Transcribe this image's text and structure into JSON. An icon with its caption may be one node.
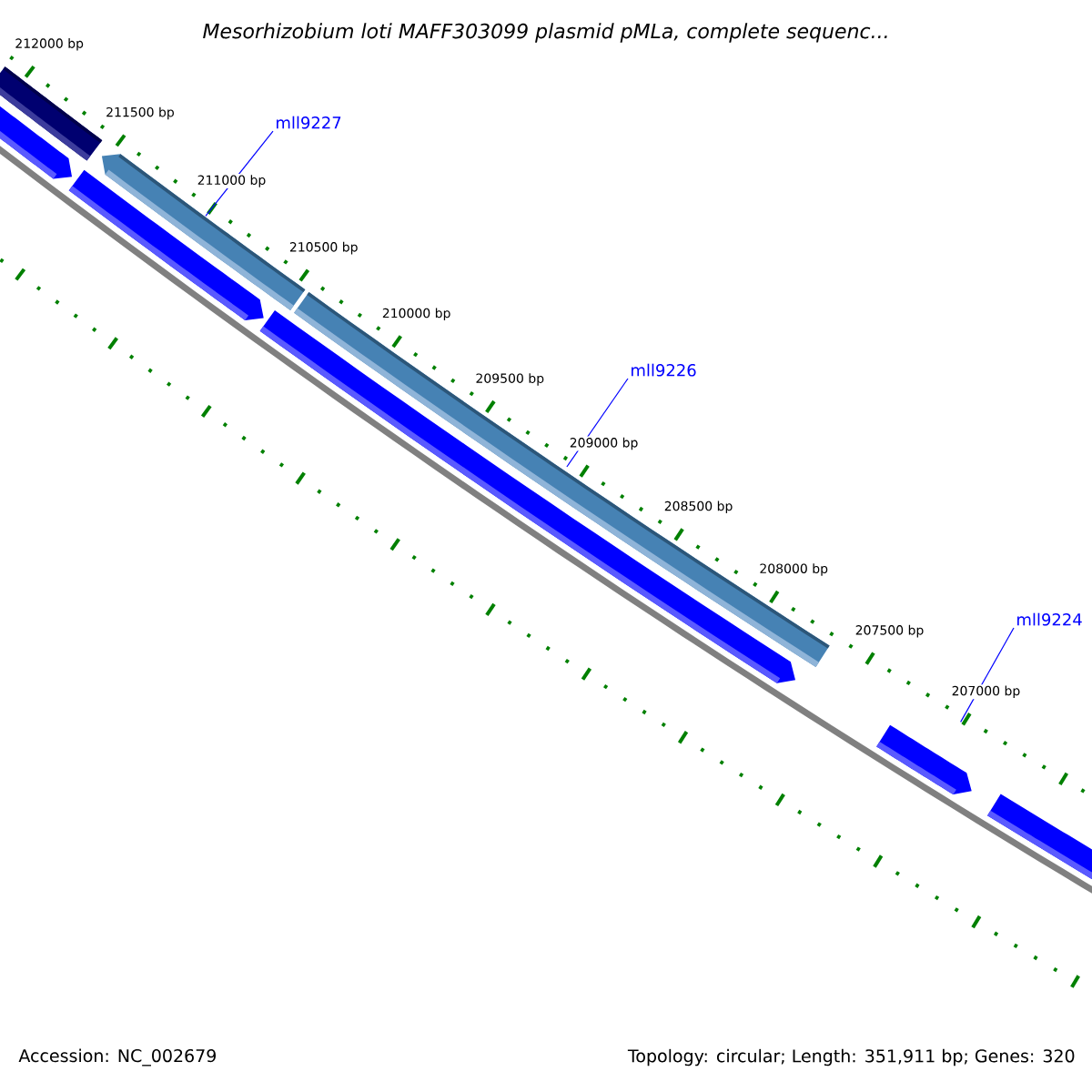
{
  "diagram": {
    "title": "Mesorhizobium loti MAFF303099 plasmid pMLa, complete sequenc...",
    "nodes": [
      {
        "text": [
          "mll9227"
        ]
      },
      {
        "text": [
          "mll9226"
        ]
      },
      {
        "text": [
          "mll9224"
        ]
      },
      {
        "text": [],
        "shape": "bar"
      },
      {
        "text": [],
        "shape": "bar"
      },
      {
        "text": [],
        "shape": "bar"
      },
      {
        "text": [],
        "shape": "bar"
      },
      {
        "text": [],
        "shape": "bar"
      },
      {
        "text": [],
        "shape": "bar"
      },
      {
        "text": [],
        "shape": "bar"
      },
      {
        "text": [],
        "shape": "bar"
      }
    ],
    "edges": [
      {
        "from": 0,
        "to": 4,
        "arrow": "none"
      },
      {
        "from": 1,
        "to": 5,
        "arrow": "none"
      },
      {
        "from": 2,
        "to": null,
        "arrow": "none"
      }
    ],
    "labels": [
      "212000 bp",
      "211500 bp",
      "211000 bp",
      "210500 bp",
      "210000 bp",
      "209500 bp",
      "209000 bp",
      "208500 bp",
      "208000 bp",
      "207500 bp",
      "207000 bp",
      "Accession: NC_002679",
      "Topology: circular; Length: 351,911 bp; Genes: 320"
    ]
  }
}
